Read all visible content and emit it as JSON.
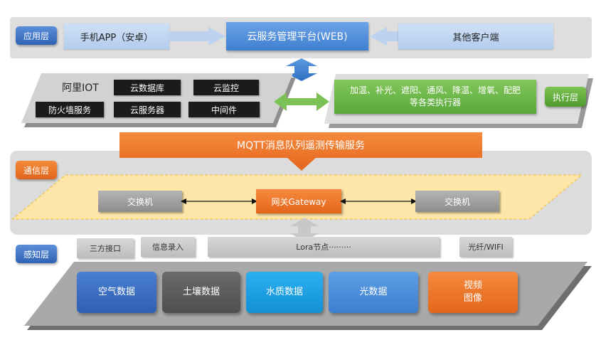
{
  "app_layer": {
    "label": "应用层",
    "mobile_app": "手机APP（安卓）",
    "web_platform": "云服务管理平台(WEB)",
    "other_clients": "其他客户端"
  },
  "cloud": {
    "title": "阿里IOT",
    "services": [
      "云数据库",
      "云监控",
      "防火墙服务",
      "云服务器",
      "中间件"
    ]
  },
  "execution_layer": {
    "label": "执行层",
    "text_line1": "加温、补光、遮阳、通风、降温、增氧、配肥",
    "text_line2": "等各类执行器"
  },
  "mqtt": {
    "label": "MQTT消息队列遥测传输服务"
  },
  "comm_layer": {
    "label": "通信层",
    "switch_left": "交换机",
    "gateway": "网关Gateway",
    "switch_right": "交换机"
  },
  "sense_layer": {
    "label": "感知层",
    "interfaces": [
      "三方接口",
      "信息录入",
      "Lora节点·········",
      "光纤/WIFI"
    ],
    "data": [
      "空气数据",
      "土壤数据",
      "水质数据",
      "光数据"
    ],
    "video_line1": "视频",
    "video_line2": "图像"
  },
  "colors": {
    "blue": "#3f72c4",
    "dark_gray": "#5e5e5e",
    "cyan": "#1fa0e4",
    "light_blue": "#4b8fd8",
    "orange": "#ee7a2c",
    "green": "#5aa93a"
  }
}
